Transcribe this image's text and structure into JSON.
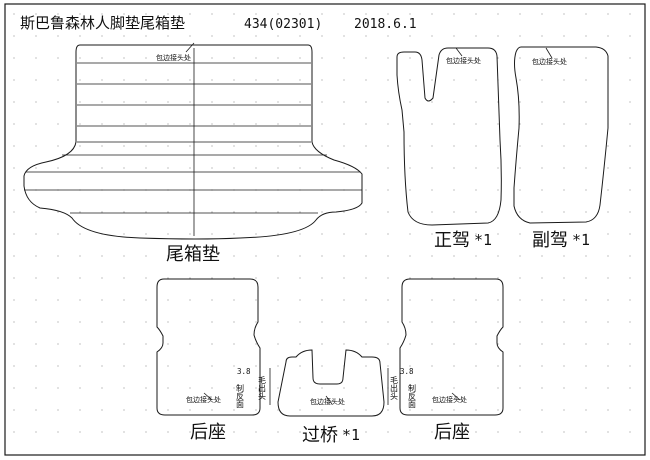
{
  "header": {
    "title": "斯巴鲁森林人脚垫尾箱垫",
    "code": "434(02301)",
    "date": "2018.6.1"
  },
  "seam_note": "包边接头处",
  "pieces": {
    "trunk": {
      "label": "尾箱垫"
    },
    "driver": {
      "label": "正驾",
      "qty": "*1"
    },
    "passenger": {
      "label": "副驾",
      "qty": "*1"
    },
    "rear_left": {
      "label": "后座"
    },
    "bridge": {
      "label": "过桥",
      "qty": "*1"
    },
    "rear_right": {
      "label": "后座"
    }
  },
  "notes": {
    "size": "3.8",
    "hem": "制反面",
    "edge": "毛出头"
  },
  "colors": {
    "line": "#1a1a1a",
    "grid_dot": "#9a9a9a",
    "paper": "#ffffff"
  }
}
